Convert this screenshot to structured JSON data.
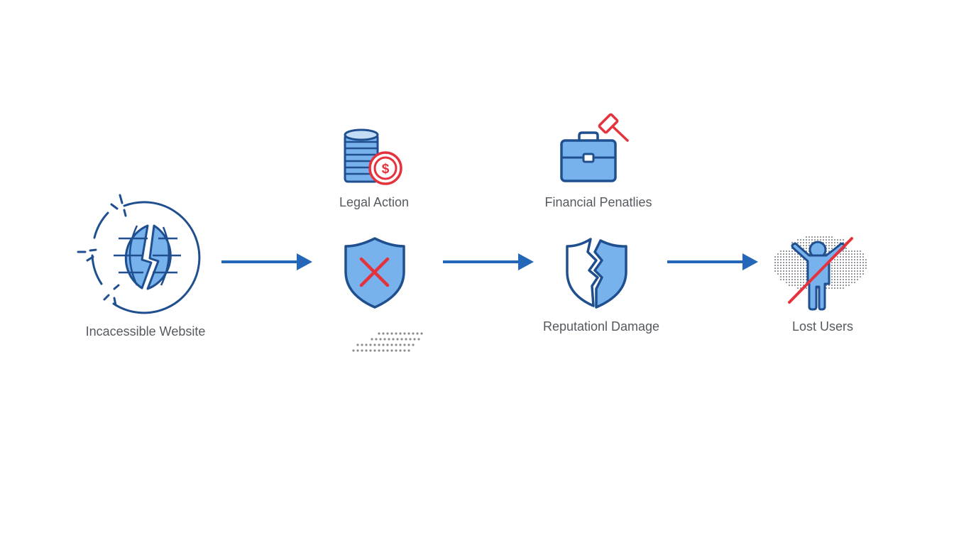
{
  "diagram": {
    "type": "flow",
    "colors": {
      "primary_stroke": "#1f4f8f",
      "fill_light": "#78b2ec",
      "arrow": "#2467b8",
      "alert_red": "#e5323c",
      "label_text": "#555a60",
      "dots": "#8a8e93"
    },
    "nodes": [
      {
        "id": "inaccessible-website",
        "label": "Incacessible Website",
        "icon": "broken-globe-icon"
      },
      {
        "id": "security-failure",
        "label": "",
        "icon": "shield-x-icon"
      },
      {
        "id": "reputational-damage",
        "label": "Reputationl Damage",
        "icon": "cracked-shield-icon"
      },
      {
        "id": "lost-users",
        "label": "Lost Users",
        "icon": "user-crossed-out-icon"
      }
    ],
    "branches": [
      {
        "id": "legal-action",
        "label": "Legal Action",
        "icon": "coins-dollar-icon"
      },
      {
        "id": "financial-penalties",
        "label": "Financial Penatlies",
        "icon": "briefcase-gavel-icon"
      }
    ],
    "edges": [
      {
        "from": "inaccessible-website",
        "to": "security-failure"
      },
      {
        "from": "security-failure",
        "to": "reputational-damage"
      },
      {
        "from": "reputational-damage",
        "to": "lost-users"
      }
    ]
  }
}
